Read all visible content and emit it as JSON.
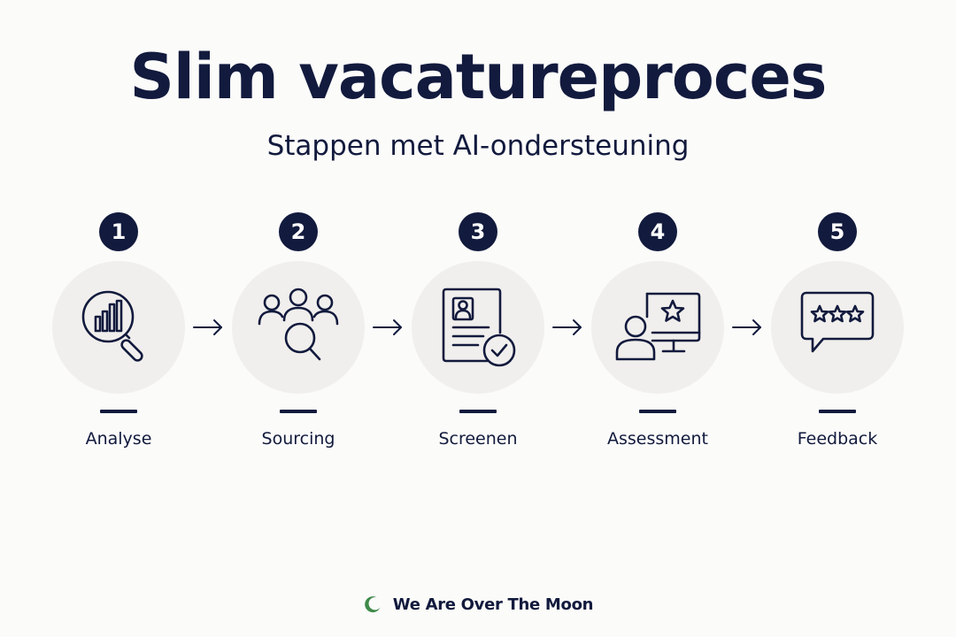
{
  "header": {
    "title": "Slim vacatureproces",
    "subtitle": "Stappen met AI-ondersteuning"
  },
  "steps": [
    {
      "number": "1",
      "label": "Analyse",
      "icon": "magnifier-bar-chart-icon"
    },
    {
      "number": "2",
      "label": "Sourcing",
      "icon": "people-search-icon"
    },
    {
      "number": "3",
      "label": "Screenen",
      "icon": "resume-check-icon"
    },
    {
      "number": "4",
      "label": "Assessment",
      "icon": "monitor-star-person-icon"
    },
    {
      "number": "5",
      "label": "Feedback",
      "icon": "speech-bubble-stars-icon"
    }
  ],
  "footer": {
    "brand": "We Are Over The Moon",
    "logo_icon": "crescent-moon-icon"
  },
  "colors": {
    "navy": "#121a3d",
    "circle_bg": "#f1efed",
    "background": "#fbfbfa",
    "logo_green": "#3f8a4a"
  }
}
